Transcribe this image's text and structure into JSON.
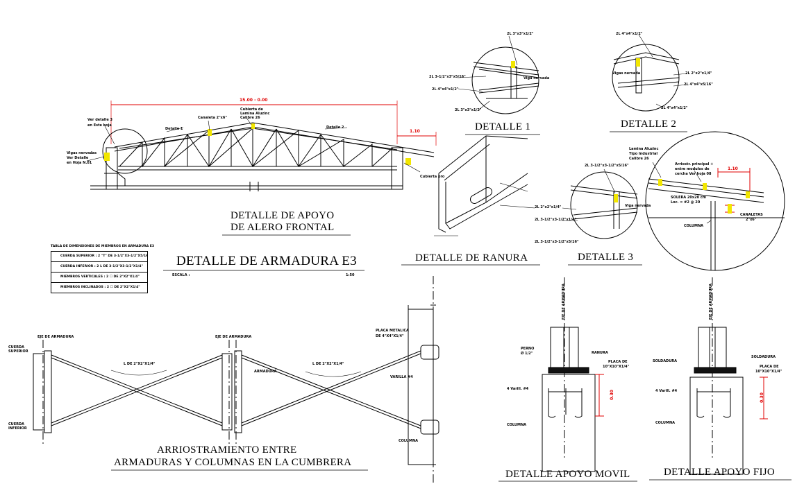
{
  "titles": {
    "apoyo_alero_1": "DETALLE DE APOYO",
    "apoyo_alero_2": "DE ALERO FRONTAL",
    "armadura": "DETALLE DE ARMADURA E3",
    "detalle1": "DETALLE 1",
    "detalle2": "DETALLE 2",
    "detalle3": "DETALLE 3",
    "ranura": "DETALLE DE RANURA",
    "arriostramiento_1": "ARRIOSTRAMIENTO ENTRE",
    "arriostramiento_2": "ARMADURAS Y COLUMNAS EN LA CUMBRERA",
    "apoyo_movil": "DETALLE APOYO MOVIL",
    "apoyo_fijo": "DETALLE APOYO FIJO"
  },
  "dimensions": {
    "span": "15.00 - 0.00",
    "alero": "1.10",
    "alero_d3": "1.10",
    "h_movil": "0.30",
    "h_fijo": "0.30"
  },
  "scale_row": {
    "escala": "ESCALA :",
    "value": "1:50"
  },
  "legend": {
    "caption": "TABLA DE DIMENSIONES DE MIEMBROS EN ARMADURA E3",
    "rows": [
      "CUERDA SUPERIOR : 2 \"T\" DE 3-1/2\"X3-1/2\"X5/16\"",
      "CUERDA INFERIOR : 2 L DE 3-1/2\"X3-1/2\"X1/4\"",
      "MIEMBROS VERTICALES : 2 ☐ DE 2\"X2\"X1/4\"",
      "MIEMBROS INCLINADOS : 2 ☐ DE 2\"X2\"X1/4\""
    ]
  },
  "notes": {
    "viga_nervada": "Vigas nervadas",
    "ver_detalle": "Ver Detalle",
    "en_hoja": "en Hoja N.01",
    "ver_detalle3": "Ver detalle 3",
    "en_este_hoja": "en Este hoja",
    "detalle1_ref": "Detalle 1",
    "detalle2_ref": "Detalle 2",
    "cubierta": "Cubierta de",
    "lamina": "Lamina Aluzinc",
    "calibre": "Calibre 26",
    "canaleta": "Canaleta 2\"x6\"",
    "cubierta_pro": "Cubierta pro",
    "d1_top": "2L 3\"x3\"x1/2\"",
    "d1_l1": "2L 3-1/2\"x3\"x5/16\"",
    "d1_l2": "2L 4\"x4\"x1/2\"",
    "d1_l3": "2L 3\"x3\"x1/2\"",
    "d1_viga": "Viga nervada",
    "d2_top": "2L 4\"x4\"x1/2\"",
    "d2_r1": "2L 2\"x2\"x1/4\"",
    "d2_r2": "2L 4\"x4\"x5/16\"",
    "d2_bot": "2L 4\"x4\"x1/2\"",
    "d2_viga": "Vigas nervada",
    "d3_top": "2L 3-1/2\"x3-1/2\"x5/16\"",
    "d3_r1": "2L 2\"x2\"x1/4\"",
    "d3_r2": "2L 3-1/2\"x3-1/2\"x1/4\"",
    "d3_r3": "2L 3-1/2\"x3-1/2\"x5/16\"",
    "d3_viga": "Viga nervada",
    "c_lamina": "Lamina Aluzinc",
    "c_tipo": "Tipo Industrial",
    "c_cal": "Calibre 26",
    "c_arr1": "Arriostr. principal +",
    "c_arr2": "entre modulos de",
    "c_arr3": "cercha Ver hoja 08",
    "c_solera": "SOLERA 20x20 cm",
    "c_loc": "Loc. = #2 @ 20",
    "c_canal": "CANALETAS",
    "c_canal2": "2\"x6\"",
    "c_col": "COLUMNA",
    "eje1": "EJE DE ARMADURA",
    "eje2": "EJE DE ARMADURA",
    "cuerda_sup": "CUERDA SUPERIOR",
    "cuerda_inf": "CUERDA INFERIOR",
    "l_diag1": "L DE 2\"X2\"X1/4\"",
    "l_diag2": "L DE 2\"X2\"X1/4\"",
    "armadura_lbl": "ARMADURA",
    "placa": "PLACA METALICA",
    "placa2": "DE 4\"X4\"X1/4\"",
    "varilla": "VARILLA #4",
    "columna": "COLUMNA",
    "eje_m": "EJE DE ARMADURA",
    "eje_f": "EJE DE ARMADURA",
    "perno": "PERNO",
    "perno2": "Ø 1/2\"",
    "ranura_lbl": "RANURA",
    "placa_m": "PLACA DE",
    "placa_m2": "10\"X10\"X1/4\"",
    "varm": "4 Varill. #4",
    "col_m": "COLUMNA",
    "sold_l": "SOLDADURA",
    "sold_r": "SOLDADURA",
    "placa_f": "PLACA DE",
    "placa_f2": "10\"X10\"X1/4\"",
    "varf": "4 Varill. #4",
    "col_f": "COLUMNA"
  },
  "colors": {
    "dimension": "#e00000",
    "highlight": "#f2e600",
    "ink": "#000000"
  }
}
